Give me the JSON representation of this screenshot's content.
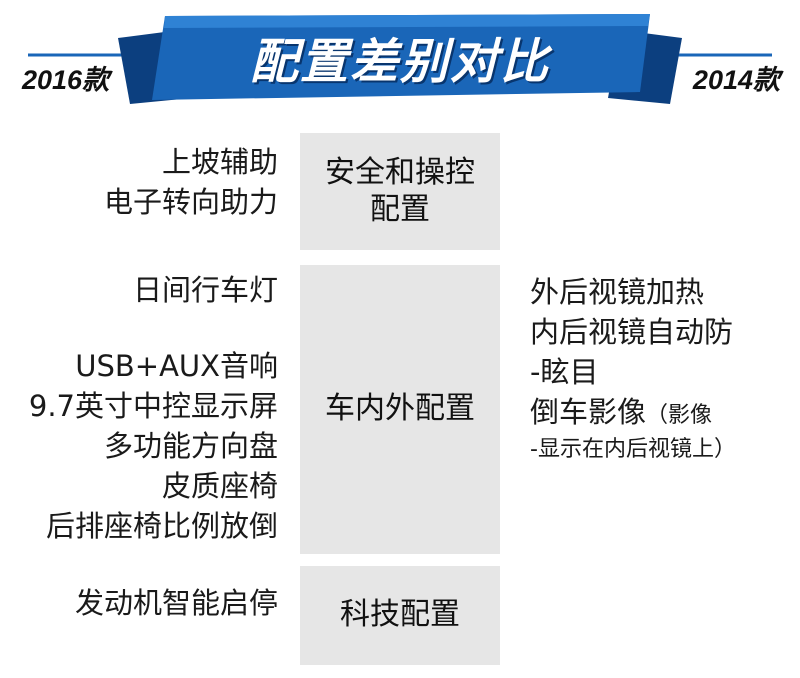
{
  "header": {
    "title": "配置差别对比",
    "left_year": "2016款",
    "right_year": "2014款",
    "colors": {
      "banner_blue": "#1a66b8",
      "banner_dark": "#0c3f7f",
      "box_gray": "#e6e6e6"
    }
  },
  "sections": [
    {
      "category_lines": [
        "安全和操控",
        "配置"
      ],
      "left_items": [
        "上坡辅助",
        "电子转向助力"
      ],
      "right_items": []
    },
    {
      "category_lines": [
        "车内外配置"
      ],
      "left_items": [
        "日间行车灯",
        "USB+AUX音响",
        "9.7英寸中控显示屏",
        "多功能方向盘",
        "皮质座椅",
        "后排座椅比例放倒"
      ],
      "right_items": [
        "外后视镜加热",
        "内后视镜自动防",
        "-眩目",
        "倒车影像",
        "（影像",
        "-显示在内后视镜上）"
      ]
    },
    {
      "category_lines": [
        "科技配置"
      ],
      "left_items": [
        "发动机智能启停"
      ],
      "right_items": []
    }
  ]
}
